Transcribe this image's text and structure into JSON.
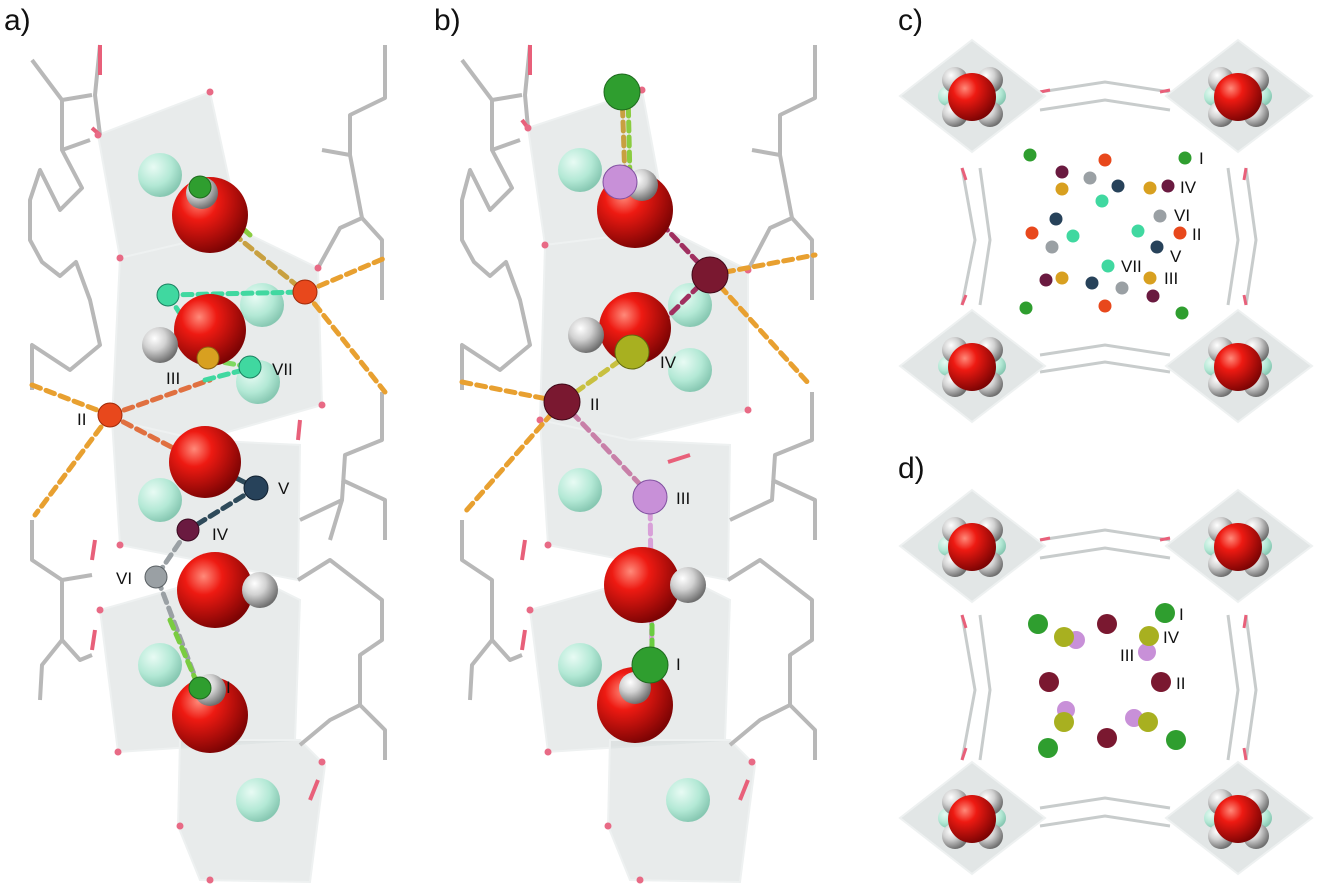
{
  "panels": [
    {
      "id": "a",
      "label": "a)"
    },
    {
      "id": "b",
      "label": "b)"
    },
    {
      "id": "c",
      "label": "c)"
    },
    {
      "id": "d",
      "label": "d)"
    }
  ],
  "site_labels": {
    "a": [
      "I",
      "II",
      "III",
      "IV",
      "V",
      "VI",
      "VII"
    ],
    "b": [
      "I",
      "II",
      "III",
      "IV"
    ],
    "c": [
      "I",
      "II",
      "III",
      "IV",
      "V",
      "VI",
      "VII"
    ],
    "d": [
      "I",
      "II",
      "III",
      "IV"
    ]
  },
  "site_colors": {
    "I": "#2f9e2f",
    "II_a": "#e8481c",
    "II_b": "#7a1830",
    "III_a": "#d8a020",
    "III_b": "#c890d8",
    "IV_a": "#6a1a40",
    "IV_b": "#a8b020",
    "V": "#27425a",
    "VI": "#9aa0a4",
    "VII": "#40d8a0"
  },
  "element_colors": {
    "oxygen": "#dd1111",
    "hydrogen": "#d8d8d8",
    "framework_cation": "#9ee6cc",
    "linker": "#b5b5b5",
    "polyhedron": "#d6dbdb",
    "hbond_orange": "#e8a030"
  }
}
